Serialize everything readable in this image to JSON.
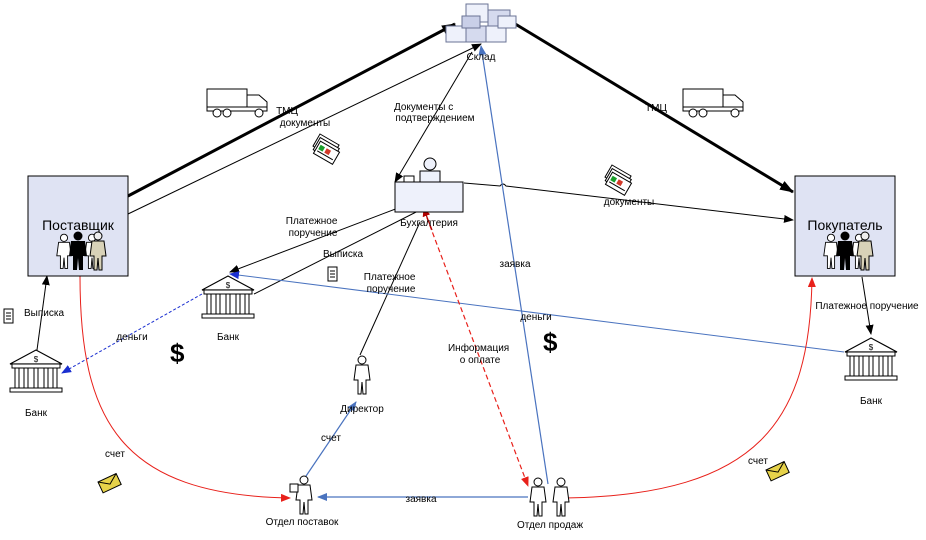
{
  "nodes": {
    "warehouse": "Склад",
    "supplier": "Поставщик",
    "buyer": "Покупатель",
    "accounting": "Бухгалтерия",
    "bank_left": "Банк",
    "bank_mid": "Банк",
    "bank_right": "Банк",
    "director": "Директор",
    "supply_dept": "Отдел поставок",
    "sales_dept": "Отдел продаж"
  },
  "labels": {
    "tmc_left": "ТМЦ",
    "docs_left": "документы",
    "docs_confirm": "Документы с подтверждением",
    "tmc_right": "ТМЦ",
    "docs_right": "документы",
    "payment_order_mid": "Платежное поручение",
    "statement_mid": "Выписка",
    "payment_order_dir": "Платежное поручение",
    "request_up": "заявка",
    "statement_left": "Выписка",
    "money_left": "деньги",
    "money_right": "деньги",
    "payment_info": "Информация о оплате",
    "payment_order_right": "Платежное поручение",
    "invoice_left": "счет",
    "invoice_dir": "счет",
    "request_bottom": "заявка",
    "invoice_right": "счет",
    "dollar": "$"
  },
  "colors": {
    "black_flow": "#000000",
    "blue_flow": "#4a73bf",
    "red_flow": "#e8201a",
    "dark_red": "#b00000",
    "box_fill": "#dfe3f3"
  }
}
